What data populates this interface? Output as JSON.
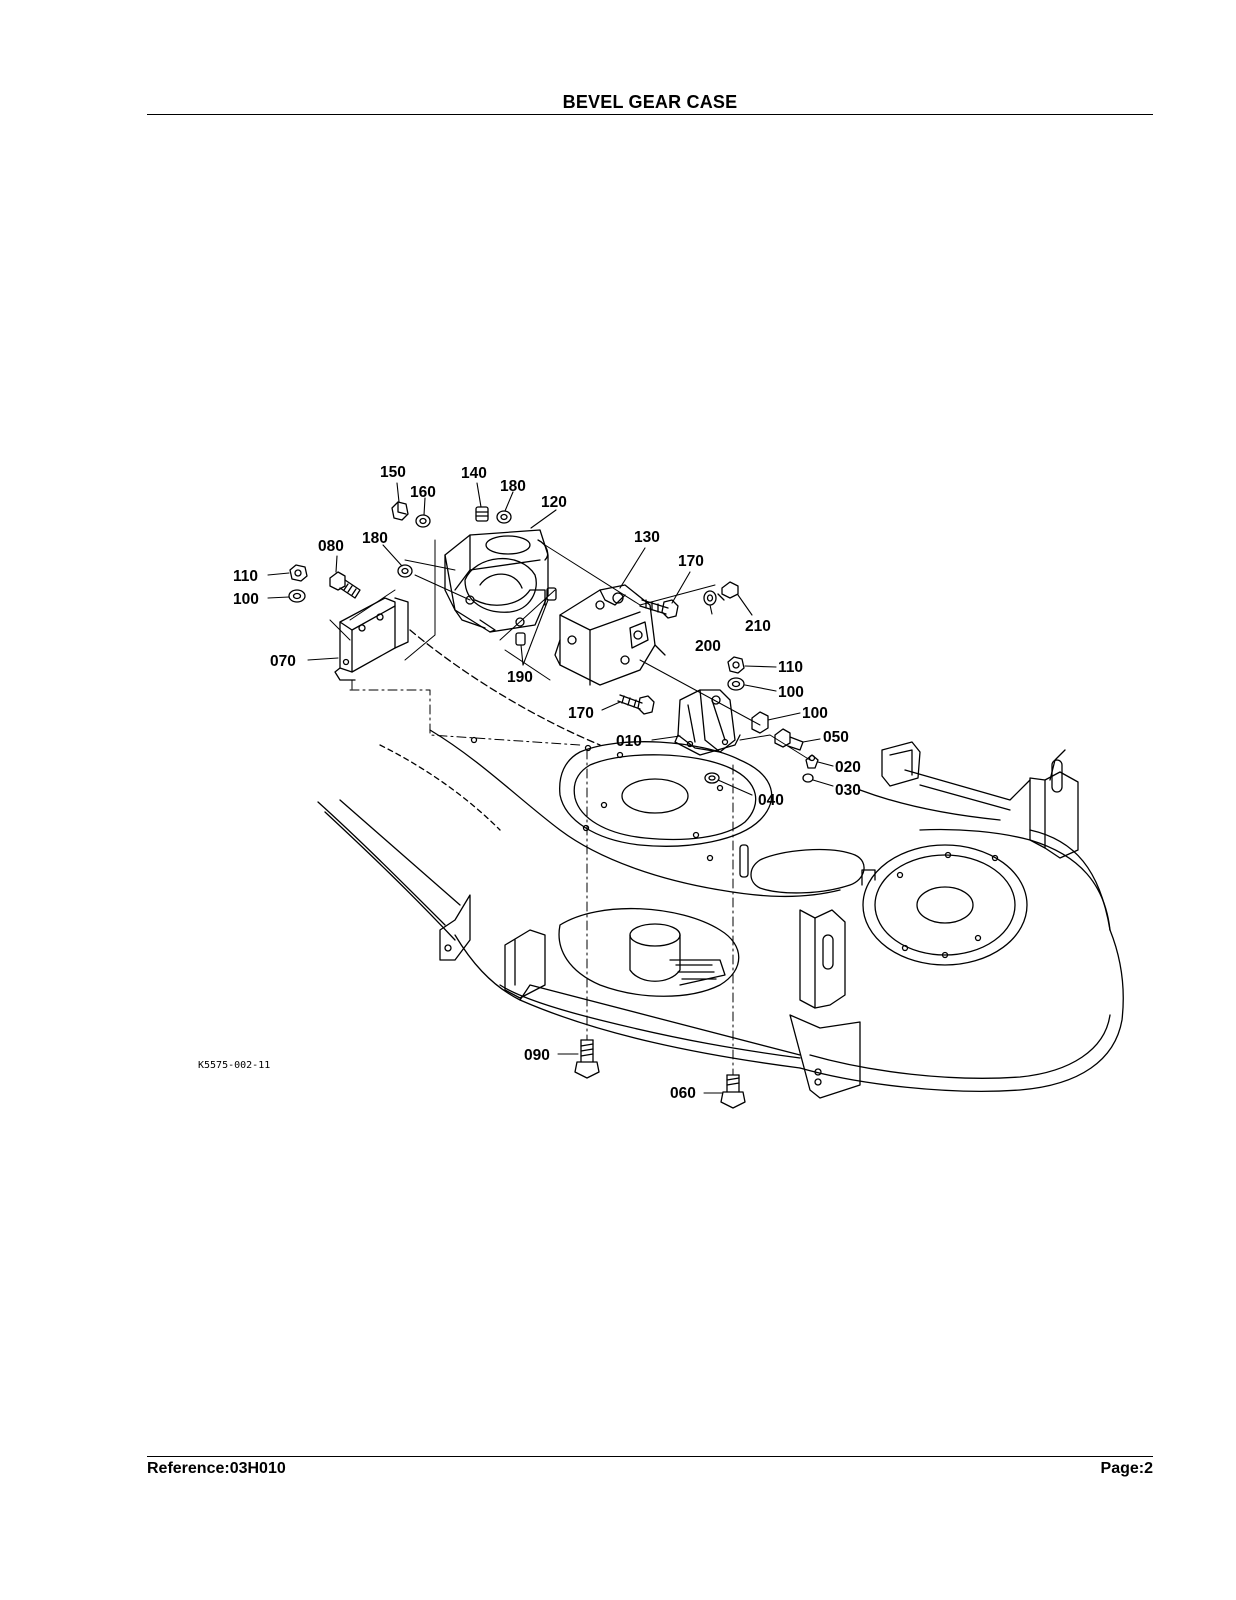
{
  "header": {
    "title": "BEVEL GEAR CASE"
  },
  "footer": {
    "reference": "Reference:03H010",
    "page": "Page:2"
  },
  "diagram": {
    "image_code": "K5575-002-11",
    "callouts": {
      "c150": "150",
      "c160": "160",
      "c140": "140",
      "c180a": "180",
      "c120": "120",
      "c080": "080",
      "c180b": "180",
      "c130": "130",
      "c170a": "170",
      "c110a": "110",
      "c100a": "100",
      "c200": "200",
      "c210": "210",
      "c070": "070",
      "c190": "190",
      "c110b": "110",
      "c100b": "100",
      "c170b": "170",
      "c100c": "100",
      "c010": "010",
      "c050": "050",
      "c020": "020",
      "c030": "030",
      "c040": "040",
      "c090": "090",
      "c060": "060"
    }
  }
}
